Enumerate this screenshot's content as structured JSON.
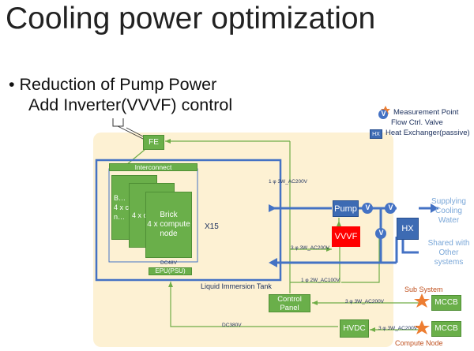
{
  "title": "Cooling power optimization",
  "bullets": {
    "line1": "• Reduction of Pump Power",
    "line2": "Add Inverter(VVVF) control"
  },
  "legend": {
    "measurement_point": "Measurement Point",
    "flow_valve": "Flow Ctrl. Valve",
    "flow_valve_symbol": "V",
    "heat_exchanger": "Heat Exchanger(passive)",
    "heat_exchanger_symbol": "HX"
  },
  "boxes": {
    "fe": "FE",
    "interconnect": "Interconnect",
    "brick_back1": "B…",
    "brick_back1_line2": "4 x c…",
    "brick_back1_line3": "n…",
    "brick_back2": "4 x c…",
    "brick_front_line1": "Brick",
    "brick_front_line2": "4 x compute",
    "brick_front_line3": "node",
    "x15": "X15",
    "dc48v": "DC48V",
    "epu": "EPU(PSU)",
    "tank": "Liquid Immersion Tank",
    "pump": "Pump",
    "vvvf": "VVVF",
    "hx": "HX",
    "control_panel_line1": "Control",
    "control_panel_line2": "Panel",
    "hvdc": "HVDC",
    "mccb_sub": "MCCB",
    "mccb_compute": "MCCB",
    "valve": "V"
  },
  "labels": {
    "ac200v_top": "1 φ 3W_AC200V",
    "ac200v_vvvf": "3 φ 3W_AC200V",
    "ac100v": "1 φ 2W_AC100V",
    "ac200v_panel": "3 φ 3W_AC200V",
    "ac200v_hvdc": "3 φ 3W_AC200V",
    "dc380v": "DC380V",
    "sub_system": "Sub System",
    "compute_node": "Compute Node"
  },
  "supply": {
    "line1": "Supplying",
    "line2": "Cooling",
    "line3": "Water",
    "shared1": "Shared with",
    "shared2": "Other",
    "shared3": "systems"
  },
  "colors": {
    "tank_fill": "#fdf1d3",
    "green": "#6aaf4a",
    "blue": "#3d6bb3",
    "red": "#ff0000",
    "orange": "#ed7d31",
    "pipe": "#4472c4",
    "wire": "#70ad47"
  }
}
